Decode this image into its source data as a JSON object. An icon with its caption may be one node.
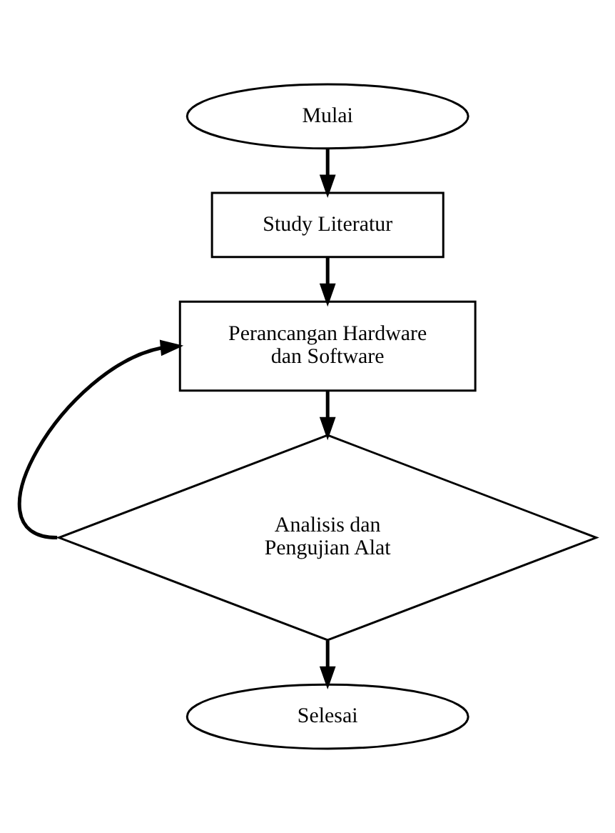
{
  "diagram": {
    "nodes": [
      {
        "text": [
          "Mulai"
        ]
      },
      {
        "text": [
          "Study Literatur"
        ]
      },
      {
        "text": [
          "Perancangan Hardware dan Software"
        ]
      },
      {
        "text": [
          "Analisis dan Pengujian Alat"
        ]
      },
      {
        "text": [
          "Selesai"
        ]
      }
    ],
    "edges": [
      {
        "from": 0,
        "to": 1,
        "arrow": "to"
      },
      {
        "from": 1,
        "to": 2,
        "arrow": "to"
      },
      {
        "from": 2,
        "to": 3,
        "arrow": "to"
      },
      {
        "from": 3,
        "to": 2,
        "arrow": "to"
      },
      {
        "from": 3,
        "to": 4,
        "arrow": "to"
      }
    ]
  }
}
